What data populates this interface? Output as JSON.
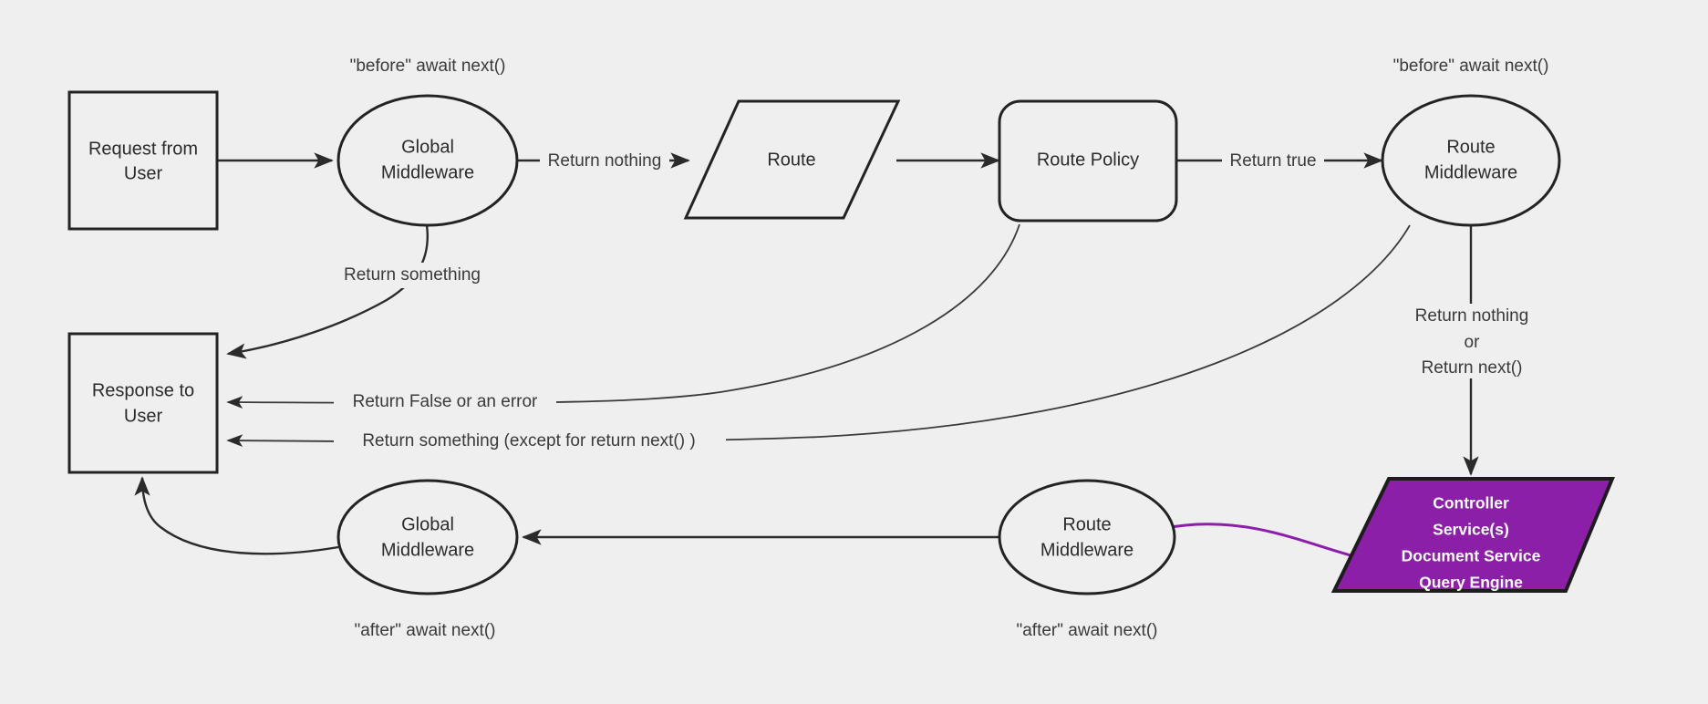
{
  "diagram": {
    "title": "Request lifecycle middleware flow",
    "background_color": "#efeff0",
    "accent_color": "#8B1FA8",
    "stroke_color": "#2b2b2b"
  },
  "nodes": {
    "request": {
      "label_line1": "Request from",
      "label_line2": "User",
      "shape": "rectangle"
    },
    "global_middleware_top": {
      "label_line1": "Global",
      "label_line2": "Middleware",
      "shape": "ellipse"
    },
    "route": {
      "label": "Route",
      "shape": "parallelogram"
    },
    "route_policy": {
      "label": "Route Policy",
      "shape": "rounded-rectangle"
    },
    "route_middleware_top": {
      "label_line1": "Route",
      "label_line2": "Middleware",
      "shape": "ellipse"
    },
    "response": {
      "label_line1": "Response to",
      "label_line2": "User",
      "shape": "rectangle"
    },
    "global_middleware_bottom": {
      "label_line1": "Global",
      "label_line2": "Middleware",
      "shape": "ellipse"
    },
    "route_middleware_bottom": {
      "label_line1": "Route",
      "label_line2": "Middleware",
      "shape": "ellipse"
    },
    "controller": {
      "shape": "parallelogram",
      "fill": "#8B1FA8",
      "label_line1": "Controller",
      "label_line2": "Service(s)",
      "label_line3": "Document Service",
      "label_line4": "Query Engine"
    }
  },
  "annotations": {
    "before_await_next_global": "\"before\" await next()",
    "before_await_next_route": "\"before\" await next()",
    "after_await_next_global": "\"after\" await next()",
    "after_await_next_route": "\"after\" await next()"
  },
  "edge_labels": {
    "return_nothing": "Return nothing",
    "return_true": "Return true",
    "return_something": "Return something",
    "return_false_or_error": "Return False or an error",
    "return_something_except": "Return something (except for return next() )",
    "return_nothing_or_next_line1": "Return nothing",
    "return_nothing_or_next_line2": "or",
    "return_nothing_or_next_line3": "Return next()"
  }
}
